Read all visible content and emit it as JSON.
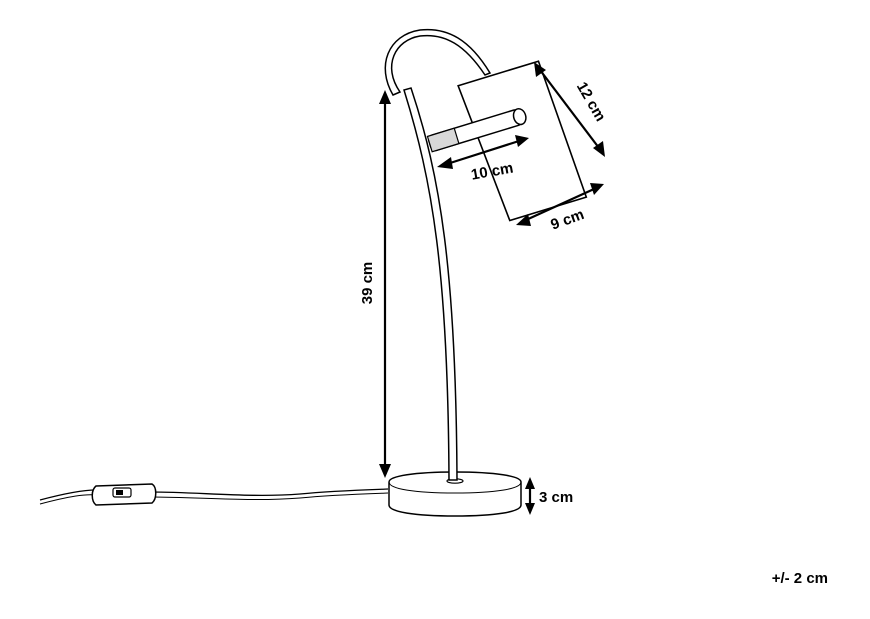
{
  "dimensions": {
    "height": "39 cm",
    "shade_length": "12 cm",
    "arm_length": "10 cm",
    "shade_diameter": "9 cm",
    "base_height": "3 cm"
  },
  "tolerance": "+/- 2 cm",
  "colors": {
    "line": "#000000",
    "background": "#ffffff"
  }
}
